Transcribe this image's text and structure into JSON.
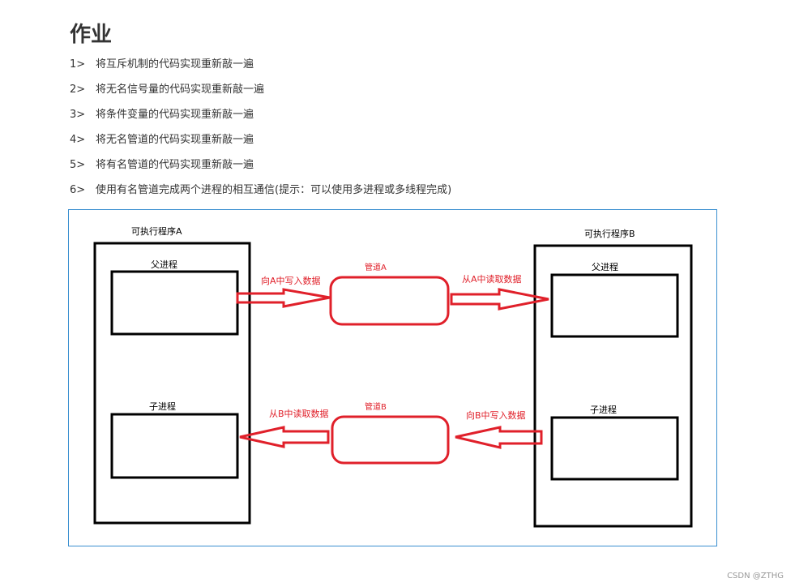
{
  "title": "作业",
  "tasks": [
    {
      "num": "1>",
      "text": "将互斥机制的代码实现重新敲一遍"
    },
    {
      "num": "2>",
      "text": "将无名信号量的代码实现重新敲一遍"
    },
    {
      "num": "3>",
      "text": "将条件变量的代码实现重新敲一遍"
    },
    {
      "num": "4>",
      "text": "将无名管道的代码实现重新敲一遍"
    },
    {
      "num": "5>",
      "text": "将有名管道的代码实现重新敲一遍"
    },
    {
      "num": "6>",
      "text": "使用有名管道完成两个进程的相互通信(提示：可以使用多进程或多线程完成)"
    }
  ],
  "diagram": {
    "program_a": "可执行程序A",
    "program_b": "可执行程序B",
    "parent_a": "父进程",
    "child_a": "子进程",
    "parent_b": "父进程",
    "child_b": "子进程",
    "pipe_a": "管道A",
    "pipe_b": "管道B",
    "write_to_a": "向A中写入数据",
    "read_from_a": "从A中读取数据",
    "read_from_b": "从B中读取数据",
    "write_to_b": "向B中写入数据"
  },
  "colors": {
    "pipe": "#e0202a",
    "box": "#000000",
    "frame_border": "#3a8fd0"
  },
  "watermark": "CSDN @ZTHG"
}
